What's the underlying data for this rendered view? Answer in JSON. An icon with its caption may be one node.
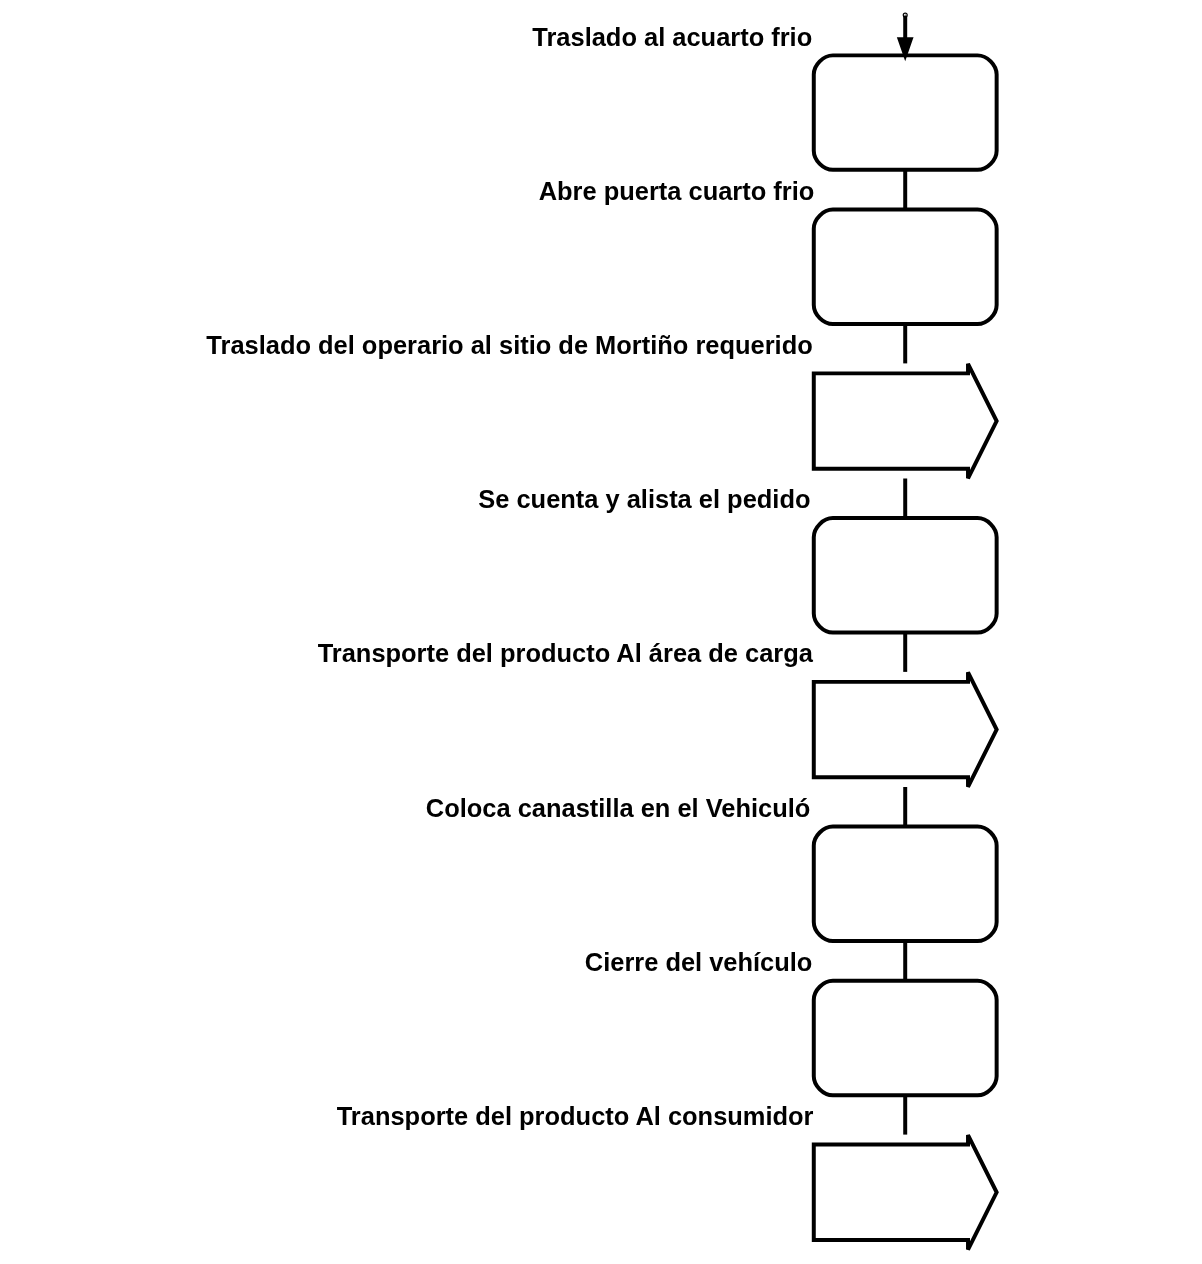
{
  "diagram": {
    "nodes": [
      {
        "text": [],
        "shape": "box",
        "beside": [
          "Traslado al acuarto frio"
        ]
      },
      {
        "text": [],
        "shape": "box",
        "beside": [
          "Abre puerta cuarto frio"
        ]
      },
      {
        "text": [],
        "shape": "arrow",
        "beside": [
          "Traslado del operario al sitio de Mortiño requerido"
        ]
      },
      {
        "text": [],
        "shape": "box",
        "beside": [
          "Se cuenta y alista el pedido"
        ]
      },
      {
        "text": [],
        "shape": "arrow",
        "beside": [
          "Transporte del producto Al área de carga"
        ]
      },
      {
        "text": [],
        "shape": "box",
        "beside": [
          "Coloca canastilla en el Vehiculó"
        ]
      },
      {
        "text": [],
        "shape": "box",
        "beside": [
          "Cierre del vehículo"
        ]
      },
      {
        "text": [],
        "shape": "arrow",
        "beside": [
          "Transporte del producto Al consumidor"
        ]
      }
    ],
    "edges": [
      {
        "from": null,
        "to": 0,
        "arrow": "to"
      },
      {
        "from": 0,
        "to": 1,
        "arrow": "none"
      },
      {
        "from": 1,
        "to": 2,
        "arrow": "none"
      },
      {
        "from": 2,
        "to": 3,
        "arrow": "none"
      },
      {
        "from": 3,
        "to": 4,
        "arrow": "none"
      },
      {
        "from": 4,
        "to": 5,
        "arrow": "none"
      },
      {
        "from": 5,
        "to": 6,
        "arrow": "none"
      },
      {
        "from": 6,
        "to": 7,
        "arrow": "none"
      }
    ]
  }
}
